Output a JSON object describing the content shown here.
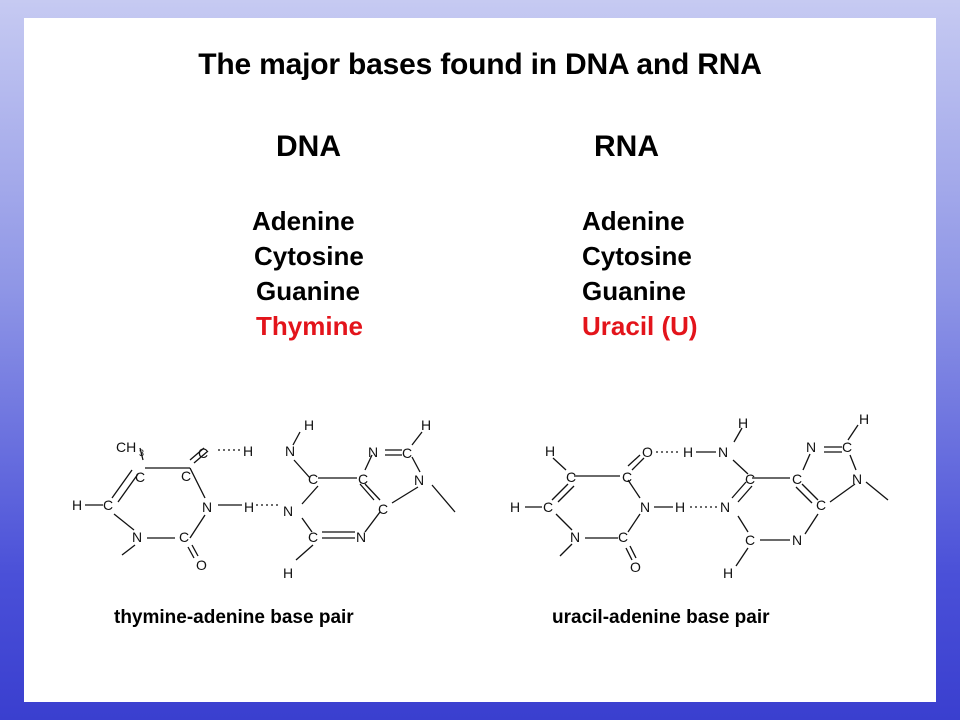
{
  "title": "The major bases found in DNA and RNA",
  "dna": {
    "heading": "DNA",
    "bases": [
      "Adenine",
      "Cytosine",
      "Guanine"
    ],
    "special_base": "Thymine"
  },
  "rna": {
    "heading": "RNA",
    "bases": [
      "Adenine",
      "Cytosine",
      "Guanine"
    ],
    "special_base": "Uracil (U)"
  },
  "captions": {
    "left": "thymine-adenine base pair",
    "right": "uracil-adenine base pair"
  },
  "colors": {
    "highlight": "#e3141b",
    "frame": "#4a50d8"
  }
}
